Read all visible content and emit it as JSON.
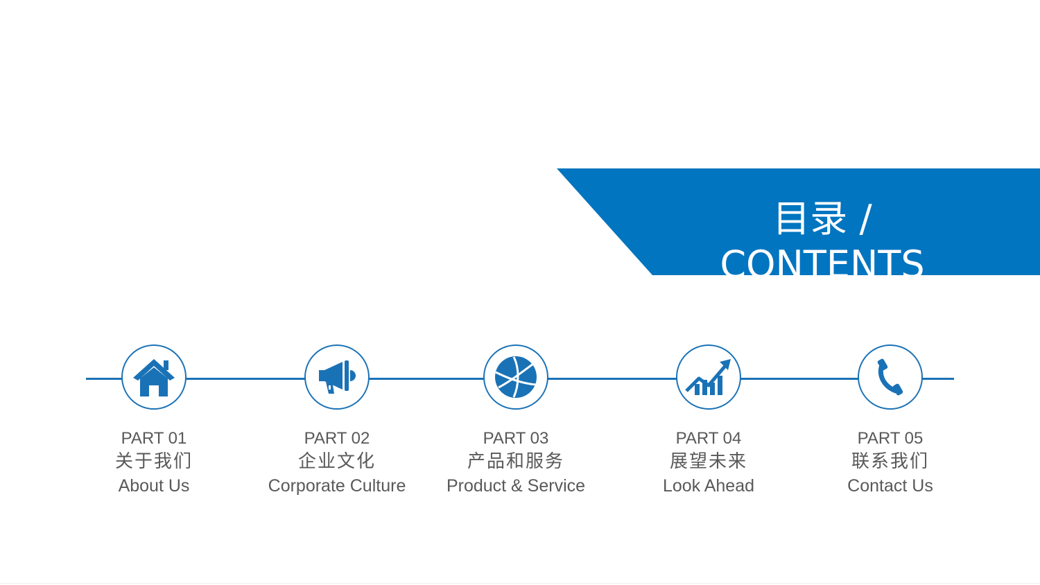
{
  "banner": {
    "title": "目录 / CONTENTS",
    "color": "#0275c0"
  },
  "accent_color": "#1a72b6",
  "text_color": "#595959",
  "steps": [
    {
      "part": "PART 01",
      "cn": "关于我们",
      "en": "About Us",
      "icon": "home-icon"
    },
    {
      "part": "PART 02",
      "cn": "企业文化",
      "en": "Corporate Culture",
      "icon": "megaphone-icon"
    },
    {
      "part": "PART 03",
      "cn": "产品和服务",
      "en": "Product & Service",
      "icon": "globe-icon"
    },
    {
      "part": "PART 04",
      "cn": "展望未来",
      "en": "Look Ahead",
      "icon": "growth-chart-icon"
    },
    {
      "part": "PART 05",
      "cn": "联系我们",
      "en": "Contact Us",
      "icon": "phone-icon"
    }
  ]
}
